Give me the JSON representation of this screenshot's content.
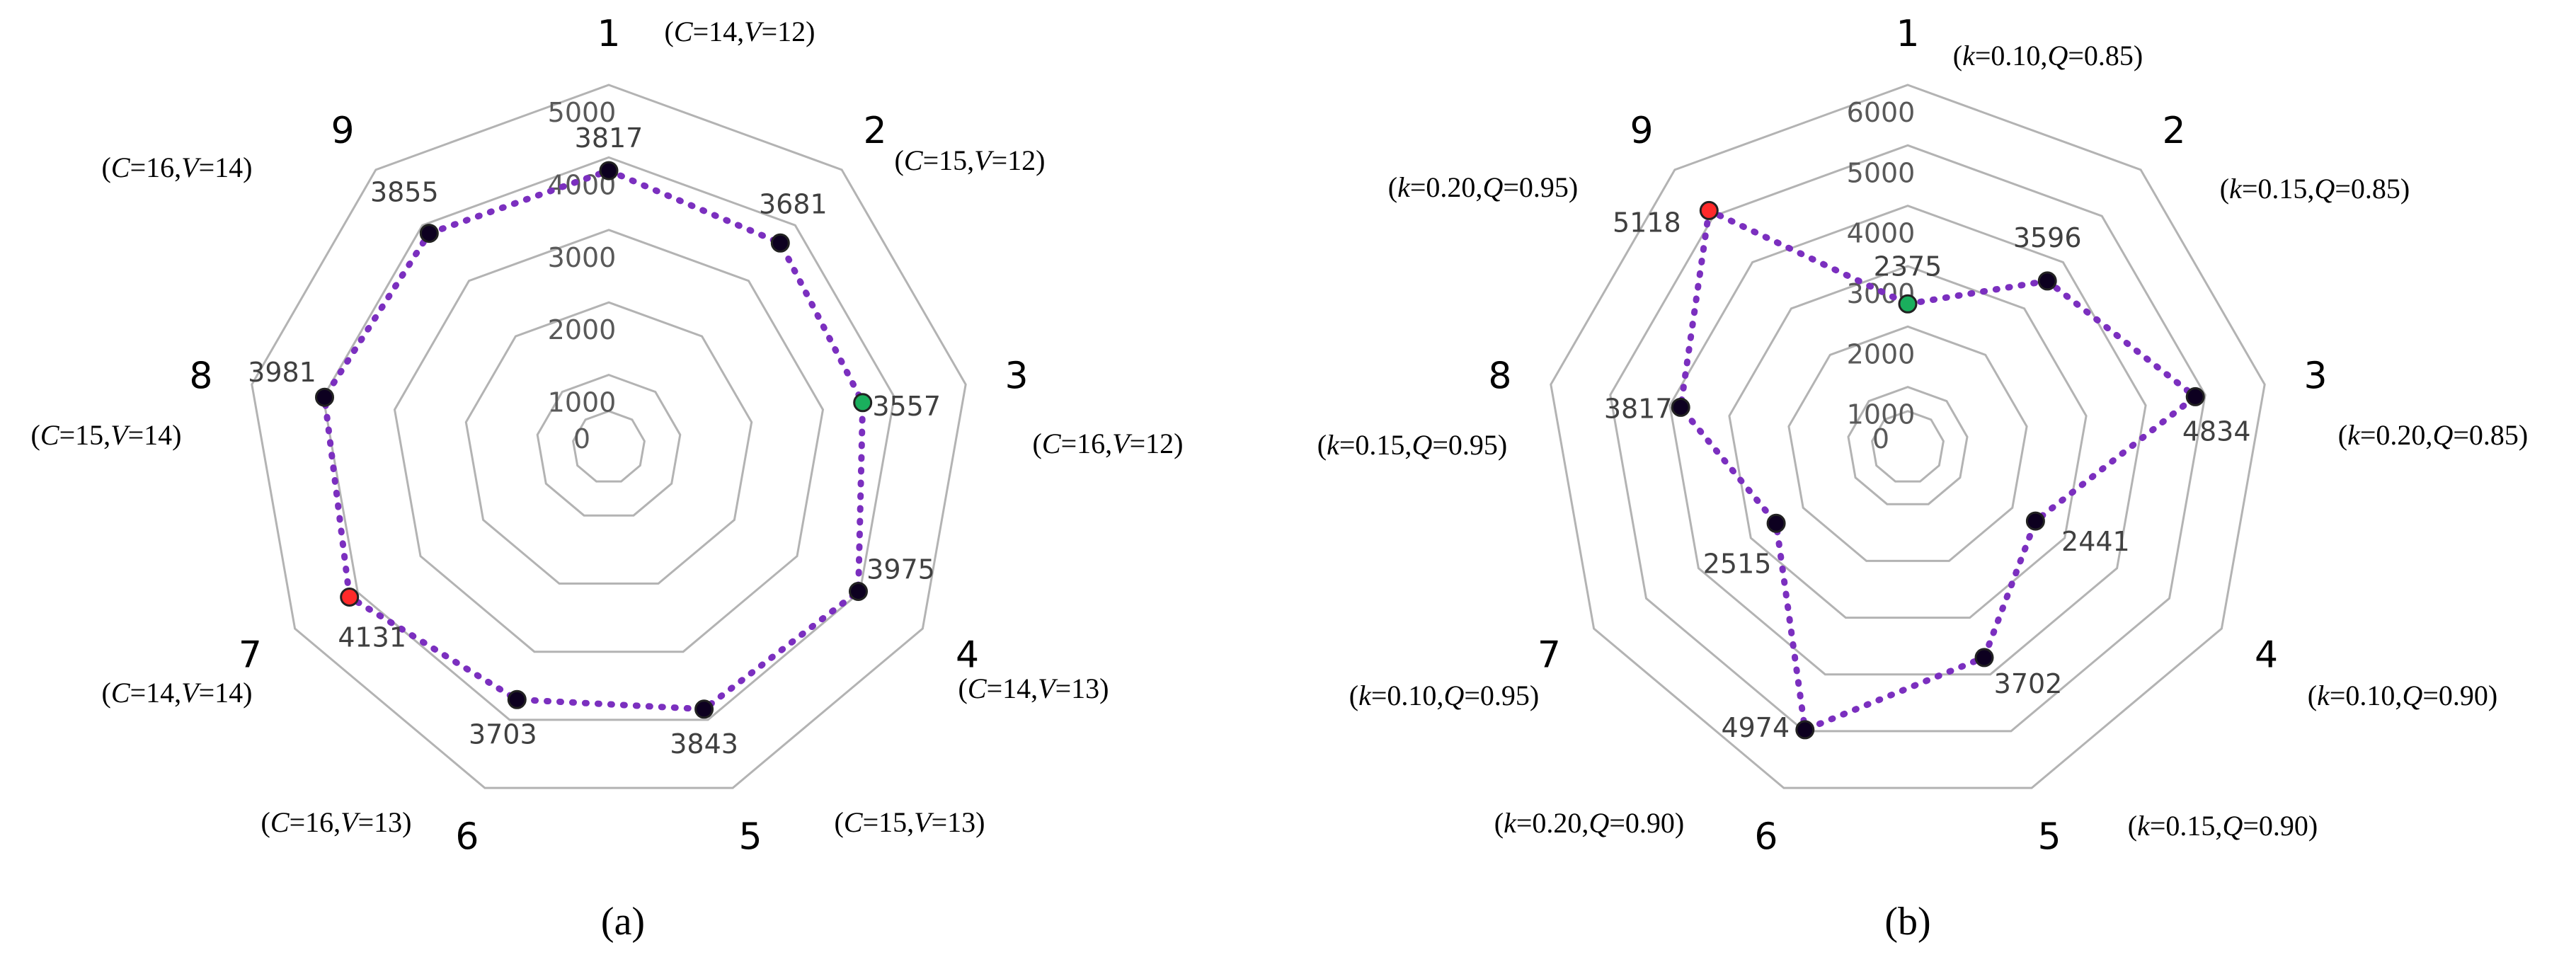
{
  "chart_data": [
    {
      "type": "radar",
      "caption": "(a)",
      "categories": [
        "1",
        "2",
        "3",
        "4",
        "5",
        "6",
        "7",
        "8",
        "9"
      ],
      "conditions": [
        "(C=14,V=12)",
        "(C=15,V=12)",
        "(C=16,V=12)",
        "(C=14,V=13)",
        "(C=15,V=13)",
        "(C=16,V=13)",
        "(C=14,V=14)",
        "(C=15,V=14)",
        "(C=16,V=14)"
      ],
      "values": [
        3817,
        3681,
        3557,
        3975,
        3843,
        3703,
        4131,
        3981,
        3855
      ],
      "ticks": [
        0,
        1000,
        2000,
        3000,
        4000,
        5000
      ],
      "rmax": 5000,
      "min_index": 2,
      "max_index": 6,
      "colors": {
        "series": "#7b2fbf",
        "point": "#0d0020",
        "min_point": "#1aaf5d",
        "max_point": "#ff2a2a",
        "grid": "#b3b3b3"
      }
    },
    {
      "type": "radar",
      "caption": "(b)",
      "categories": [
        "1",
        "2",
        "3",
        "4",
        "5",
        "6",
        "7",
        "8",
        "9"
      ],
      "conditions": [
        "(k=0.10,Q=0.85)",
        "(k=0.15,Q=0.85)",
        "(k=0.20,Q=0.85)",
        "(k=0.10,Q=0.90)",
        "(k=0.15,Q=0.90)",
        "(k=0.20,Q=0.90)",
        "(k=0.10,Q=0.95)",
        "(k=0.15,Q=0.95)",
        "(k=0.20,Q=0.95)"
      ],
      "values": [
        2375,
        3596,
        4834,
        2441,
        3702,
        4974,
        2515,
        3817,
        5118
      ],
      "ticks": [
        0,
        1000,
        2000,
        3000,
        4000,
        5000,
        6000
      ],
      "rmax": 6000,
      "min_index": 0,
      "max_index": 8,
      "colors": {
        "series": "#7b2fbf",
        "point": "#0d0020",
        "min_point": "#1aaf5d",
        "max_point": "#ff2a2a",
        "grid": "#b3b3b3"
      }
    }
  ]
}
